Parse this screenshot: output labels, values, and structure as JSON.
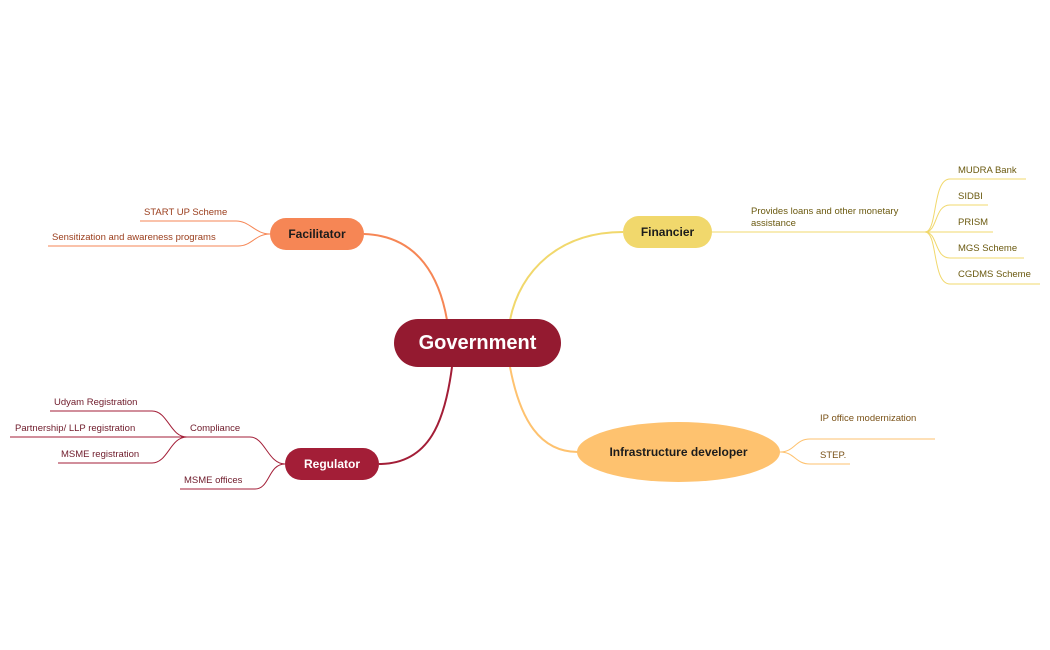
{
  "central": {
    "label": "Government"
  },
  "colors": {
    "central": "#941a30",
    "facilitator": "#f68655",
    "financier": "#f1d86c",
    "regulator": "#a31e37",
    "infrastructure": "#fec26f"
  },
  "branches": {
    "facilitator": {
      "label": "Facilitator",
      "children": [
        "START UP Scheme",
        "Sensitization and awareness programs"
      ]
    },
    "financier": {
      "label": "Financier",
      "child": {
        "label_line1": "Provides loans and other monetary",
        "label_line2": "assistance",
        "children": [
          "MUDRA Bank",
          "SIDBI",
          "PRISM",
          "MGS Scheme",
          "CGDMS Scheme"
        ]
      }
    },
    "regulator": {
      "label": "Regulator",
      "compliance": {
        "label": "Compliance",
        "children": [
          "Udyam Registration",
          "Partnership/ LLP registration",
          "MSME registration"
        ]
      },
      "offices": "MSME offices"
    },
    "infrastructure": {
      "label": "Infrastructure developer",
      "children": [
        "IP office modernization",
        "STEP."
      ]
    }
  }
}
